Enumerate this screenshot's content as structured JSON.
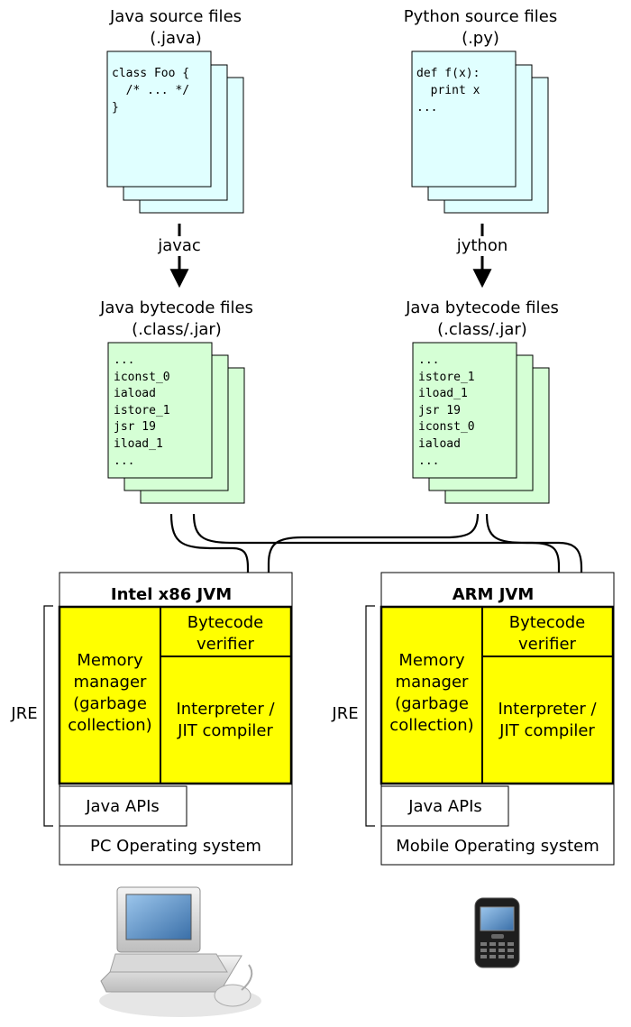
{
  "sources": [
    {
      "title_line1": "Java source files",
      "title_line2": "(.java)",
      "code": [
        "class Foo {",
        "  /* ... */",
        "}"
      ],
      "compiler": "javac",
      "fill": "#e0ffff"
    },
    {
      "title_line1": "Python source files",
      "title_line2": "(.py)",
      "code": [
        "def f(x):",
        "  print x",
        "..."
      ],
      "compiler": "jython",
      "fill": "#e0ffff"
    }
  ],
  "bytecode": [
    {
      "title_line1": "Java bytecode files",
      "title_line2": "(.class/.jar)",
      "code": [
        "...",
        "iconst_0",
        "iaload",
        "istore_1",
        "jsr 19",
        "iload_1",
        "..."
      ],
      "fill": "#d5ffd5"
    },
    {
      "title_line1": "Java bytecode files",
      "title_line2": "(.class/.jar)",
      "code": [
        "...",
        "istore_1",
        "iload_1",
        "jsr 19",
        "iconst_0",
        "iaload",
        "..."
      ],
      "fill": "#d5ffd5"
    }
  ],
  "platforms": [
    {
      "jvm_title": "Intel x86 JVM",
      "jre_label": "JRE",
      "memory_manager": [
        "Memory",
        "manager",
        "(garbage",
        "collection)"
      ],
      "verifier": [
        "Bytecode",
        "verifier"
      ],
      "interpreter": [
        "Interpreter /",
        "JIT compiler"
      ],
      "apis": "Java APIs",
      "os": "PC Operating system",
      "device_icon": "desktop-computer-icon"
    },
    {
      "jvm_title": "ARM JVM",
      "jre_label": "JRE",
      "memory_manager": [
        "Memory",
        "manager",
        "(garbage",
        "collection)"
      ],
      "verifier": [
        "Bytecode",
        "verifier"
      ],
      "interpreter": [
        "Interpreter /",
        "JIT compiler"
      ],
      "apis": "Java APIs",
      "os": "Mobile Operating system",
      "device_icon": "smartphone-icon"
    }
  ],
  "colors": {
    "jvm_fill": "#ffff00",
    "stroke": "#000000"
  }
}
